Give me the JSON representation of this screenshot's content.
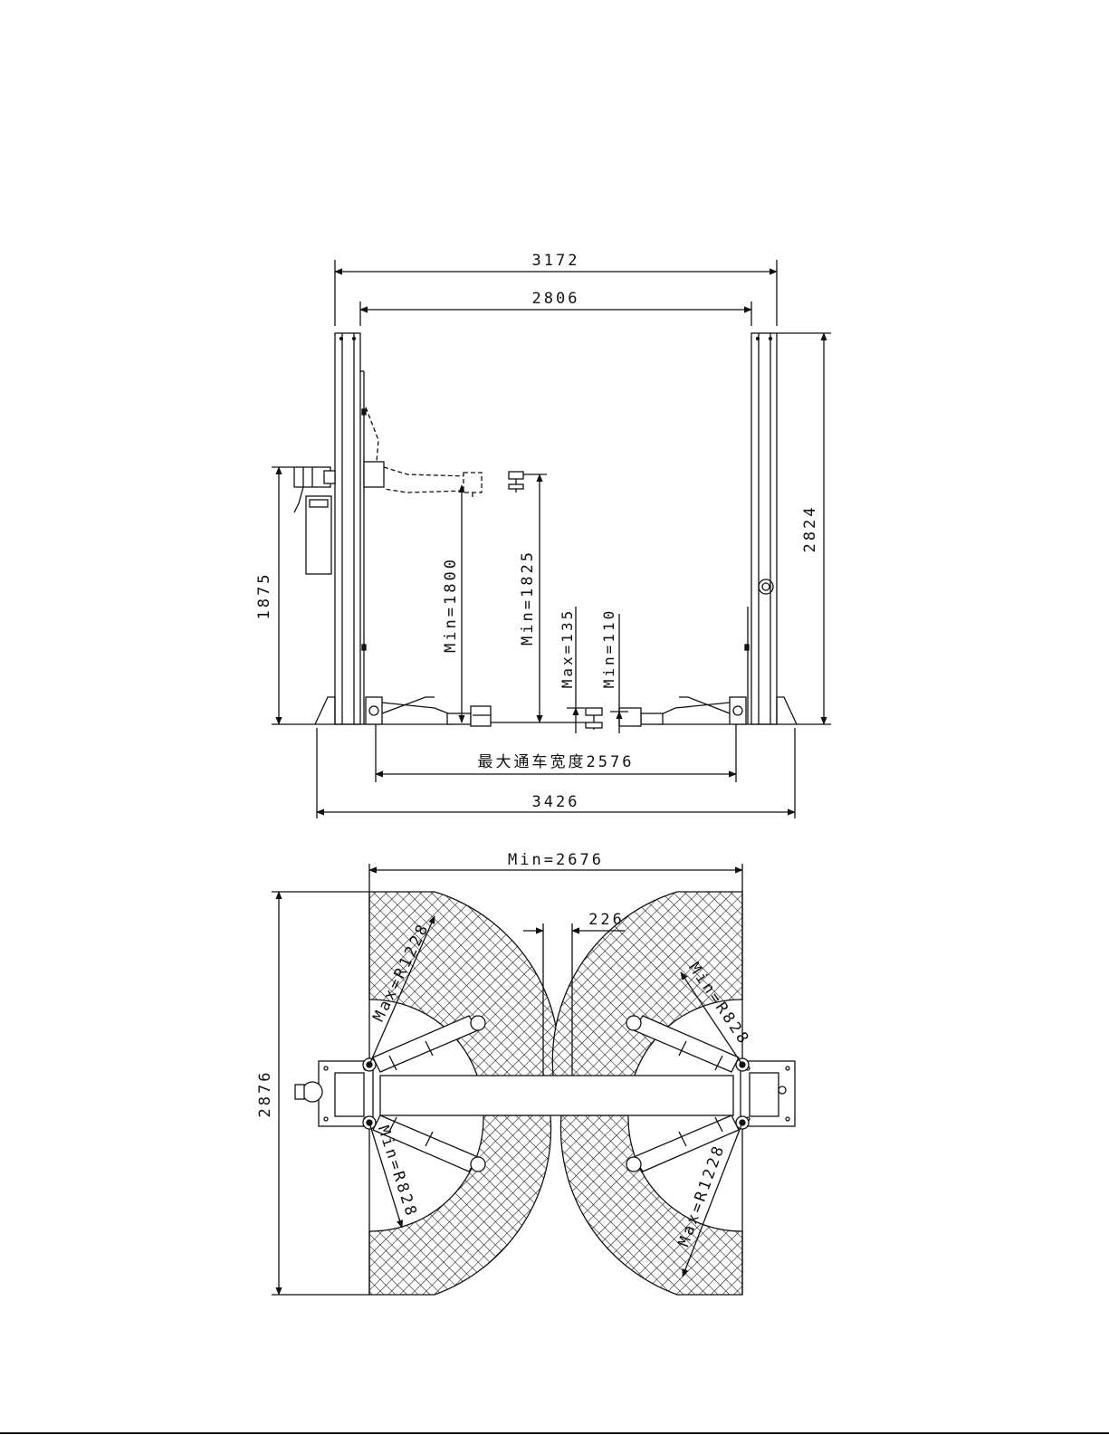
{
  "colors": {
    "line": "#111111",
    "fill": "#ffffff"
  },
  "front_view": {
    "dim_overall_width": "3172",
    "dim_inner_width": "2806",
    "dim_height_right": "2824",
    "dim_height_left": "1875",
    "dim_arm_min": "Min=1800",
    "dim_pad_min": "Min=1825",
    "dim_pad_max_adj": "Max=135",
    "dim_pad_min_adj": "Min=110",
    "dim_drive_through": "最大通车宽度2576",
    "dim_base_width": "3426"
  },
  "top_view": {
    "dim_min_width": "Min=2676",
    "dim_226": "226",
    "dim_depth": "2876",
    "radius_max_left": "Max=R1228",
    "radius_min_left": "Min=R828",
    "radius_min_right": "Min=R828",
    "radius_max_right": "Max=R1228"
  }
}
